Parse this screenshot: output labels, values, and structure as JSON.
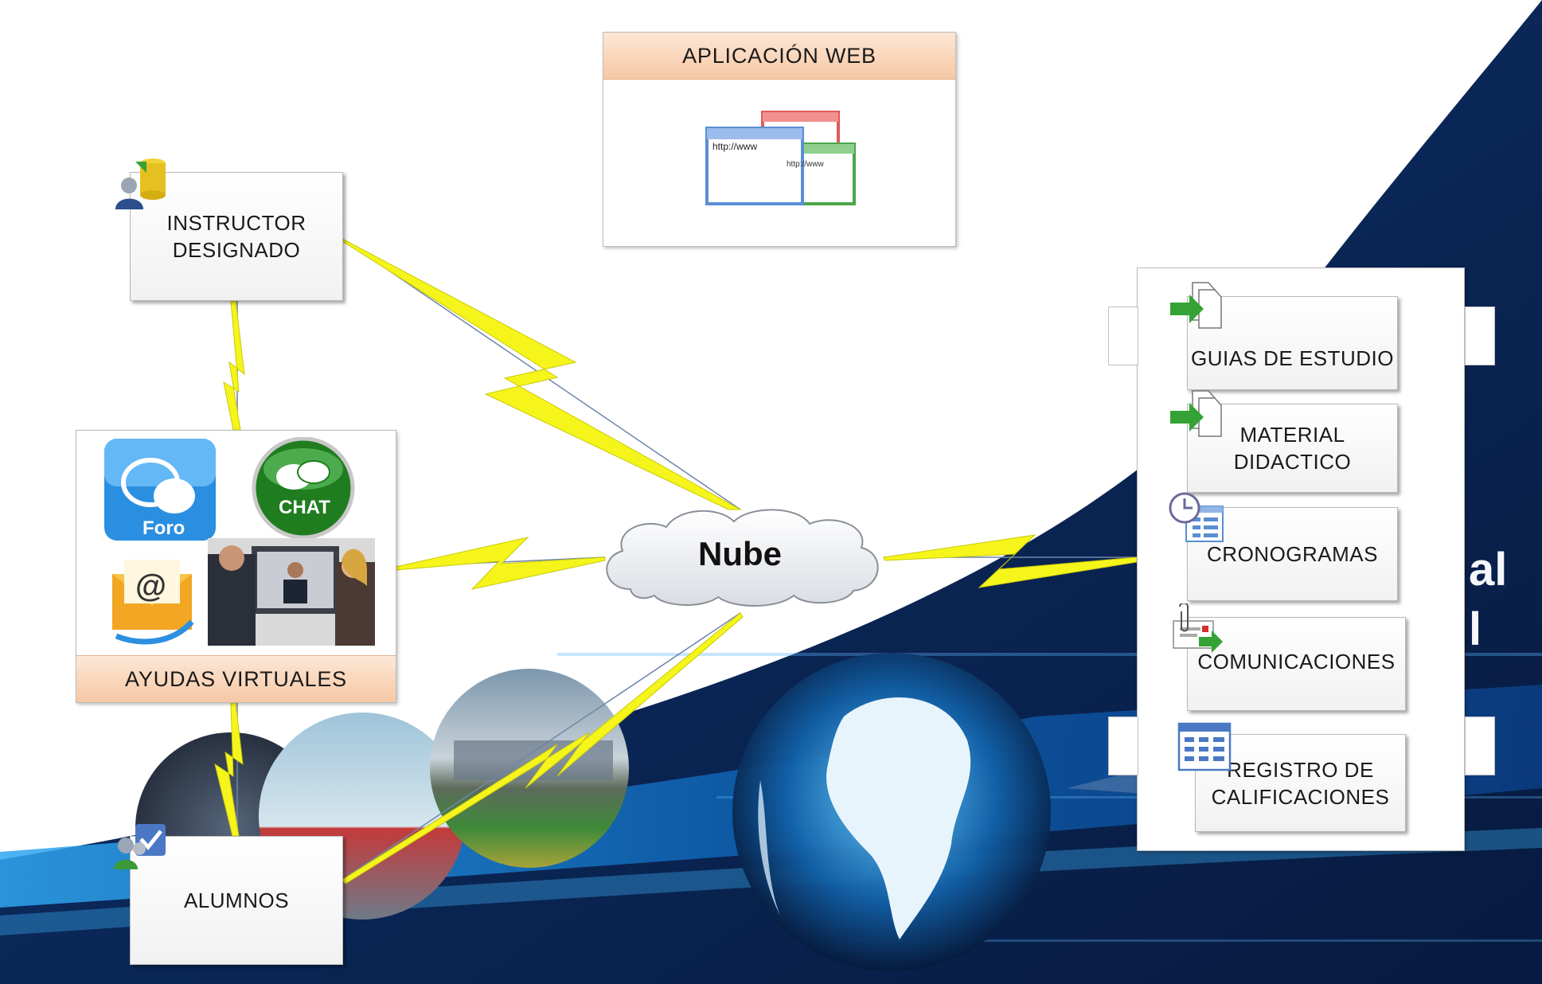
{
  "web_app": {
    "title": "APLICACIÓN WEB",
    "url_text": "http://www"
  },
  "instructor": {
    "label": "INSTRUCTOR\nDESIGNADO"
  },
  "virtual_aids": {
    "label": "AYUDAS VIRTUALES",
    "foro_label": "Foro",
    "chat_label": "CHAT"
  },
  "students": {
    "label": "ALUMNOS"
  },
  "cloud": {
    "label": "Nube"
  },
  "resources": [
    {
      "label": "GUIAS DE ESTUDIO",
      "icon": "document-arrow-icon"
    },
    {
      "label": "MATERIAL\nDIDACTICO",
      "icon": "document-arrow-icon"
    },
    {
      "label": "CRONOGRAMAS",
      "icon": "clock-list-icon"
    },
    {
      "label": "COMUNICACIONES",
      "icon": "mail-clip-icon"
    },
    {
      "label": "REGISTRO DE\nCALIFICACIONES",
      "icon": "spreadsheet-icon"
    }
  ],
  "background_text": {
    "line1": "al",
    "line2": "l"
  },
  "colors": {
    "navy": "#0c2a5c",
    "lightning": "#f5f51c",
    "header_peach": "#f7cba8",
    "blue_stripe": "#1b84d2"
  }
}
